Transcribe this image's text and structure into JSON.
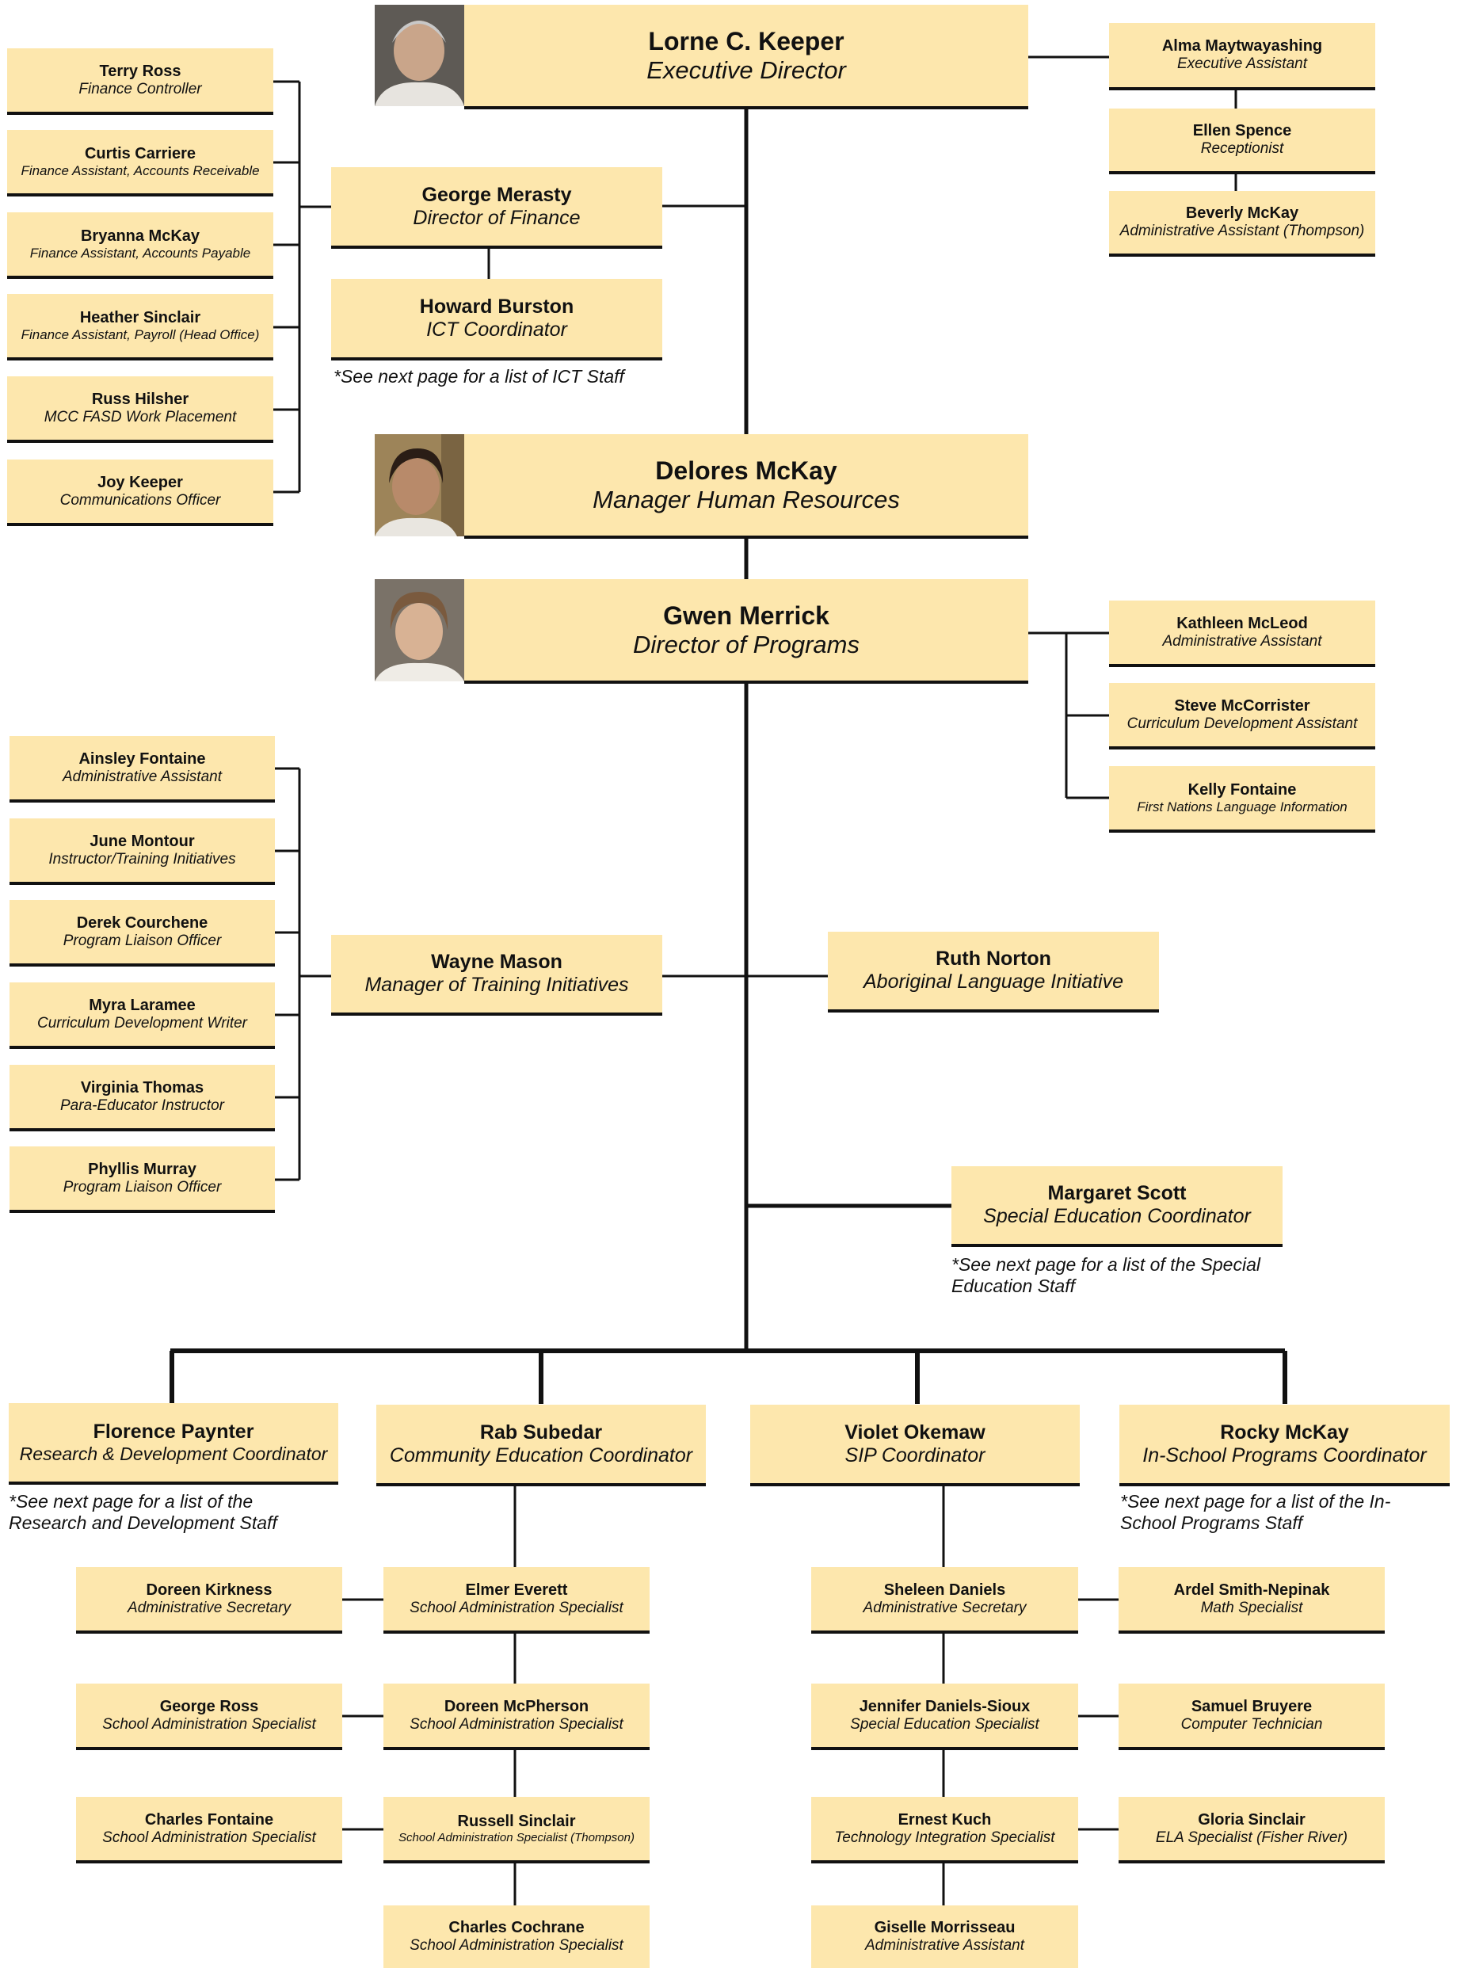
{
  "executive": {
    "name": "Lorne C. Keeper",
    "title": "Executive Director"
  },
  "exec_staff": [
    {
      "name": "Alma Maytwayashing",
      "title": "Executive Assistant"
    },
    {
      "name": "Ellen Spence",
      "title": "Receptionist"
    },
    {
      "name": "Beverly McKay",
      "title": "Administrative Assistant (Thompson)"
    }
  ],
  "finance_director": {
    "name": "George Merasty",
    "title": "Director of Finance"
  },
  "ict": {
    "name": "Howard Burston",
    "title": "ICT Coordinator",
    "note": "*See next page for a list of ICT Staff"
  },
  "finance_staff": [
    {
      "name": "Terry Ross",
      "title": "Finance Controller"
    },
    {
      "name": "Curtis Carriere",
      "title": "Finance Assistant, Accounts Receivable"
    },
    {
      "name": "Bryanna McKay",
      "title": "Finance Assistant, Accounts Payable"
    },
    {
      "name": "Heather Sinclair",
      "title": "Finance Assistant, Payroll (Head Office)"
    },
    {
      "name": "Russ Hilsher",
      "title": "MCC FASD Work Placement"
    },
    {
      "name": "Joy Keeper",
      "title": "Communications Officer"
    }
  ],
  "hr_manager": {
    "name": "Delores McKay",
    "title": "Manager Human Resources"
  },
  "programs_director": {
    "name": "Gwen Merrick",
    "title": "Director of Programs"
  },
  "programs_staff": [
    {
      "name": "Kathleen McLeod",
      "title": "Administrative Assistant"
    },
    {
      "name": "Steve McCorrister",
      "title": "Curriculum Development Assistant"
    },
    {
      "name": "Kelly Fontaine",
      "title": "First Nations Language Information"
    }
  ],
  "training_manager": {
    "name": "Wayne Mason",
    "title": "Manager of Training Initiatives"
  },
  "training_staff": [
    {
      "name": "Ainsley Fontaine",
      "title": "Administrative Assistant"
    },
    {
      "name": "June Montour",
      "title": "Instructor/Training Initiatives"
    },
    {
      "name": "Derek Courchene",
      "title": "Program Liaison Officer"
    },
    {
      "name": "Myra Laramee",
      "title": "Curriculum Development Writer"
    },
    {
      "name": "Virginia Thomas",
      "title": "Para-Educator Instructor"
    },
    {
      "name": "Phyllis Murray",
      "title": "Program Liaison Officer"
    }
  ],
  "aboriginal": {
    "name": "Ruth Norton",
    "title": "Aboriginal Language Initiative"
  },
  "special_ed": {
    "name": "Margaret Scott",
    "title": "Special Education Coordinator",
    "note": "*See next page for a list of the Special Education Staff"
  },
  "coordinators": [
    {
      "name": "Florence Paynter",
      "title": "Research & Development Coordinator",
      "note": "*See next page for a list of the Research and Development Staff"
    },
    {
      "name": "Rab Subedar",
      "title": "Community Education Coordinator"
    },
    {
      "name": "Violet Okemaw",
      "title": "SIP Coordinator"
    },
    {
      "name": "Rocky McKay",
      "title": "In-School Programs Coordinator",
      "note": "*See next page for a list of the In-School Programs Staff"
    }
  ],
  "community_staff": [
    {
      "name": "Elmer Everett",
      "title": "School Administration Specialist"
    },
    {
      "name": "Doreen McPherson",
      "title": "School Administration Specialist"
    },
    {
      "name": "Russell Sinclair",
      "title": "School Administration Specialist (Thompson)"
    },
    {
      "name": "Charles Cochrane",
      "title": "School Administration Specialist"
    }
  ],
  "community_side": [
    {
      "name": "Doreen Kirkness",
      "title": "Administrative Secretary"
    },
    {
      "name": "George Ross",
      "title": "School Administration Specialist"
    },
    {
      "name": "Charles Fontaine",
      "title": "School Administration Specialist"
    }
  ],
  "sip_staff": [
    {
      "name": "Sheleen Daniels",
      "title": "Administrative Secretary"
    },
    {
      "name": "Jennifer Daniels-Sioux",
      "title": "Special Education Specialist"
    },
    {
      "name": "Ernest Kuch",
      "title": "Technology Integration Specialist"
    },
    {
      "name": "Giselle Morrisseau",
      "title": "Administrative Assistant"
    }
  ],
  "sip_side": [
    {
      "name": "Ardel Smith-Nepinak",
      "title": "Math Specialist"
    },
    {
      "name": "Samuel Bruyere",
      "title": "Computer Technician"
    },
    {
      "name": "Gloria Sinclair",
      "title": "ELA Specialist (Fisher River)"
    }
  ]
}
